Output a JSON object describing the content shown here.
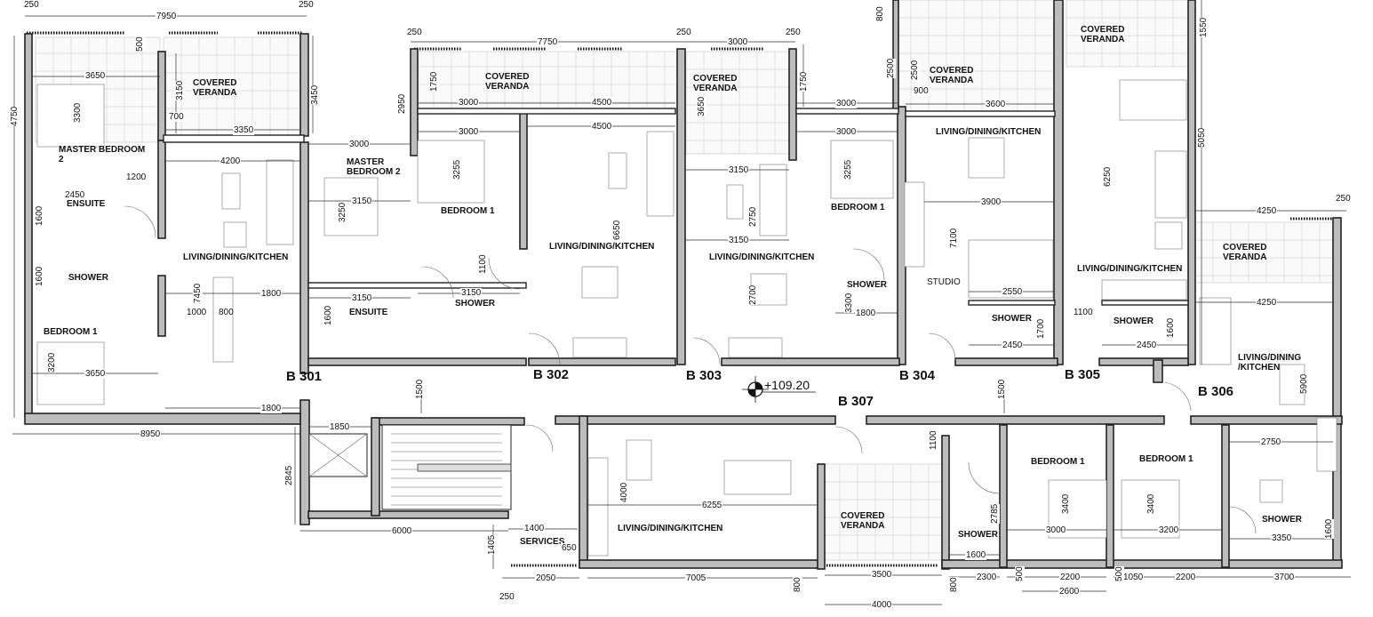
{
  "units": {
    "b301": "B 301",
    "b302": "B 302",
    "b303": "B 303",
    "b304": "B 304",
    "b305": "B 305",
    "b306": "B 306",
    "b307": "B 307"
  },
  "elevation": "+109.20",
  "rooms": {
    "veranda_1": "COVERED\nVERANDA",
    "veranda_2": "COVERED\nVERANDA",
    "veranda_3": "COVERED\nVERANDA",
    "veranda_4": "COVERED\nVERANDA",
    "veranda_5": "COVERED\nVERANDA",
    "veranda_6": "COVERED\nVERANDA",
    "veranda_7": "COVERED\nVERANDA",
    "master_bed_301": "MASTER BEDROOM\n2",
    "master_bed_302": "MASTER\nBEDROOM 2",
    "ensuite_301": "ENSUITE",
    "ensuite_302": "ENSUITE",
    "shower_301": "SHOWER",
    "shower_302": "SHOWER",
    "shower_303": "SHOWER",
    "shower_304": "SHOWER",
    "shower_305": "SHOWER",
    "shower_306": "SHOWER",
    "shower_307": "SHOWER",
    "bedroom_301": "BEDROOM 1",
    "bedroom_302": "BEDROOM 1",
    "bedroom_303": "BEDROOM 1",
    "bedroom_306": "BEDROOM 1",
    "bedroom_307": "BEDROOM 1",
    "living_301": "LIVING/DINING/KITCHEN",
    "living_302": "LIVING/DINING/KITCHEN",
    "living_303": "LIVING/DINING/KITCHEN",
    "living_304": "LIVING/DINING/KITCHEN",
    "living_305": "LIVING/DINING/KITCHEN",
    "living_306": "LIVING/DINING\n/KITCHEN",
    "living_307": "LIVING/DINING/KITCHEN",
    "studio": "STUDIO",
    "services": "SERVICES"
  },
  "dims_h": [
    "250",
    "7950",
    "250",
    "250",
    "7750",
    "250",
    "3000",
    "250",
    "3650",
    "3350",
    "700",
    "4200",
    "3000",
    "1200",
    "2450",
    "3000",
    "3000",
    "4500",
    "4500",
    "3000",
    "3000",
    "3150",
    "3150",
    "1800",
    "3150",
    "3150",
    "3150",
    "1800",
    "3650",
    "1800",
    "8950",
    "1850",
    "6000",
    "1400",
    "2050",
    "7005",
    "3500",
    "2300",
    "2200",
    "2600",
    "1050",
    "2200",
    "3700",
    "4000",
    "2550",
    "3900",
    "3600",
    "900",
    "4250",
    "4250",
    "2750",
    "3350",
    "3000",
    "3200",
    "6255",
    "1600",
    "2450",
    "2450",
    "1100",
    "250",
    "650",
    "250"
  ],
  "dims_v": [
    "800",
    "2500",
    "2500",
    "1550",
    "4750",
    "500",
    "3150",
    "3300",
    "3450",
    "1750",
    "2950",
    "1750",
    "3650",
    "3255",
    "3255",
    "1600",
    "1600",
    "3250",
    "7450",
    "1000",
    "800",
    "3200",
    "1100",
    "1600",
    "6650",
    "2750",
    "2700",
    "3300",
    "7100",
    "6250",
    "5050",
    "1700",
    "1600",
    "5900",
    "1500",
    "1500",
    "2845",
    "1405",
    "4000",
    "1100",
    "2785",
    "3400",
    "3400",
    "1600",
    "800",
    "800",
    "500",
    "500"
  ]
}
